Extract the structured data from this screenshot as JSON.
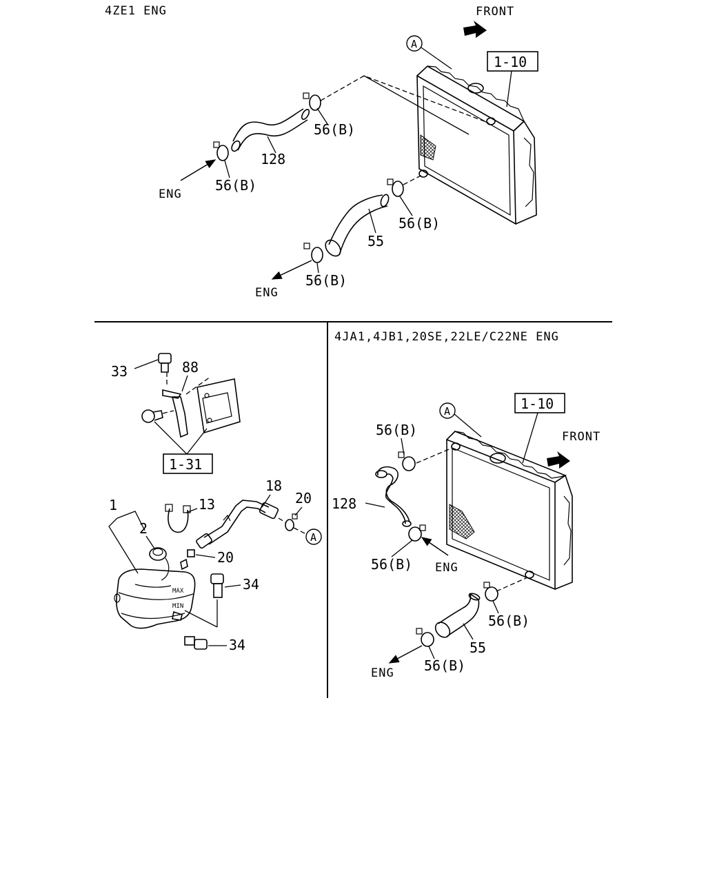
{
  "top_section": {
    "header": "4ZE1 ENG",
    "front_label": "FRONT",
    "ref_box": "1-10",
    "circle_ref": "A",
    "labels": {
      "clamp_upper_radiator": "56(B)",
      "upper_hose": "128",
      "clamp_upper_engine": "56(B)",
      "eng_upper": "ENG",
      "clamp_lower_radiator": "56(B)",
      "lower_hose": "55",
      "clamp_lower_engine": "56(B)",
      "eng_lower": "ENG"
    }
  },
  "left_section": {
    "labels": {
      "bolt_top": "33",
      "bracket": "88",
      "ref_box": "1-31",
      "hose_18": "18",
      "clamp_20_right": "20",
      "circle_ref": "A",
      "reservoir": "1",
      "clip_13": "13",
      "cap": "2",
      "clamp_20_lower": "20",
      "bolt_34_upper": "34",
      "bolt_34_lower": "34"
    }
  },
  "right_section": {
    "header": "4JA1,4JB1,20SE,22LE/C22NE ENG",
    "front_label": "FRONT",
    "ref_box": "1-10",
    "circle_ref": "A",
    "labels": {
      "clamp_upper_radiator": "56(B)",
      "upper_hose": "128",
      "clamp_upper_engine": "56(B)",
      "eng_upper": "ENG",
      "clamp_lower_radiator": "56(B)",
      "lower_hose": "55",
      "clamp_lower_engine": "56(B)",
      "eng_lower": "ENG"
    }
  }
}
